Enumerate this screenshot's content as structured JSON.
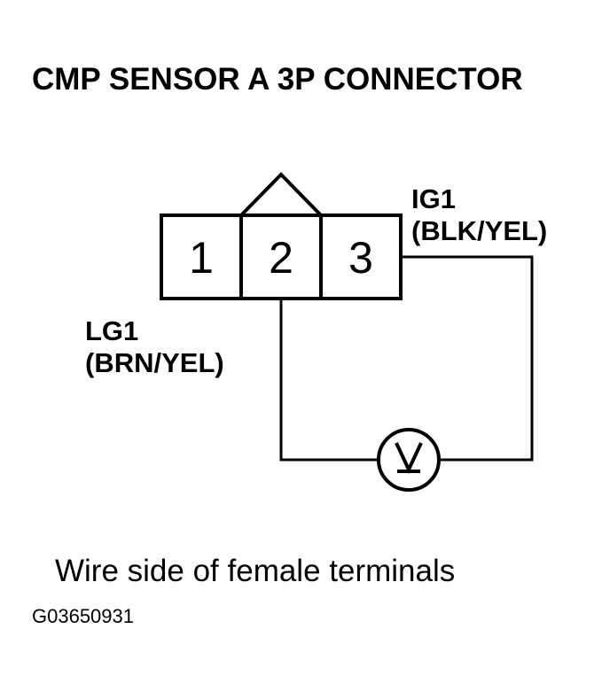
{
  "title": "CMP SENSOR A 3P CONNECTOR",
  "connector": {
    "pins": [
      "1",
      "2",
      "3"
    ]
  },
  "wires": {
    "ig1": {
      "name": "IG1",
      "color": "(BLK/YEL)"
    },
    "lg1": {
      "name": "LG1",
      "color": "(BRN/YEL)"
    }
  },
  "meter_symbol": "V",
  "caption": "Wire side of female terminals",
  "figure_id": "G03650931"
}
